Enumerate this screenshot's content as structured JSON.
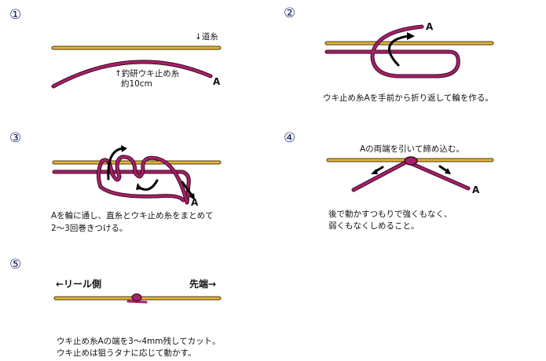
{
  "steps": [
    {
      "number": "①",
      "labels": {
        "main_line": "↓道糸",
        "stopper_line": "↑釣研ウキ止め糸",
        "length": "約10cm",
        "end": "A"
      }
    },
    {
      "number": "②",
      "labels": {
        "end": "A"
      },
      "caption": "ウキ止め糸Aを手前から折り返して輪を作る。"
    },
    {
      "number": "③",
      "labels": {
        "end": "A"
      },
      "caption_lines": [
        "Aを輪に通し、直糸とウキ止め糸をまとめて",
        "2〜3回巻きつける。"
      ]
    },
    {
      "number": "④",
      "labels": {
        "end": "A"
      },
      "heading": "Aの両端を引いて締め込む。",
      "caption_lines": [
        "後で動かすつもりで強くもなく、",
        "弱くもなくしめること。"
      ]
    },
    {
      "number": "⑤",
      "labels": {
        "reel_side": "←リール側",
        "tip_side": "先端→"
      },
      "caption_lines": [
        "ウキ止め糸Aの端を3〜4mm残してカット。",
        "ウキ止めは狙うタナに応じて動かす。"
      ]
    }
  ],
  "colors": {
    "main_line": "#e2b43a",
    "stopper_line": "#a8206a"
  }
}
